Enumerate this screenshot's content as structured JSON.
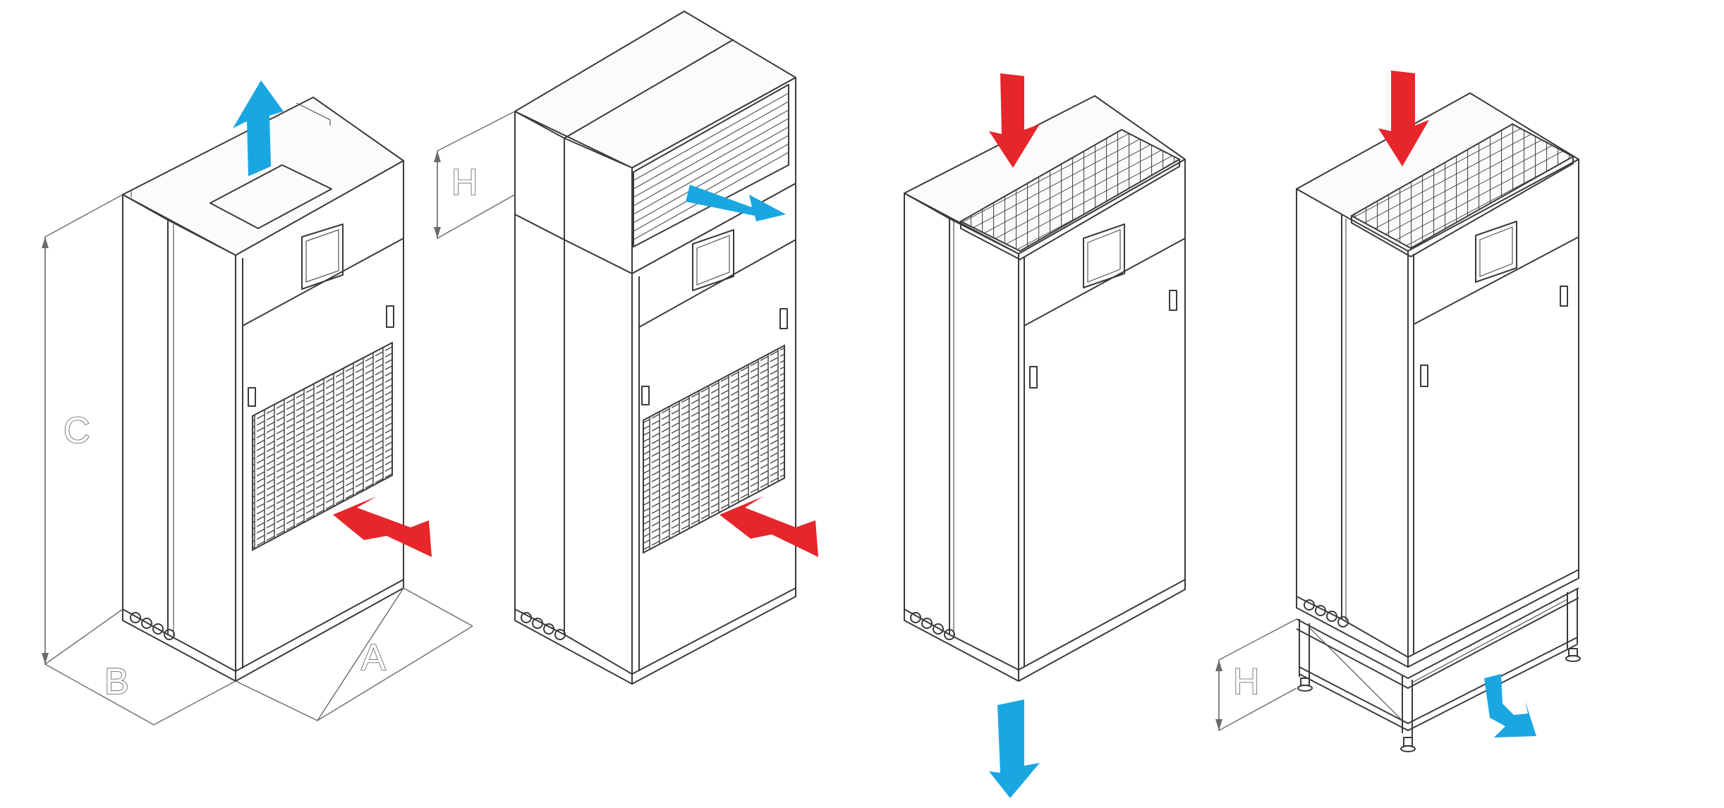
{
  "colors": {
    "supply_air": "#1aa7e1",
    "return_air": "#e6262b",
    "line": "#3a3a3a"
  },
  "units": [
    {
      "id": "unit-1",
      "supply": "up",
      "return": "front"
    },
    {
      "id": "unit-2",
      "supply": "front-plenum",
      "return": "front"
    },
    {
      "id": "unit-3",
      "supply": "down",
      "return": "top"
    },
    {
      "id": "unit-4",
      "supply": "down-stand",
      "return": "top"
    }
  ],
  "dimensions": {
    "a": "A",
    "b": "B",
    "c": "C",
    "h_plenum": "H",
    "h_stand": "H"
  }
}
